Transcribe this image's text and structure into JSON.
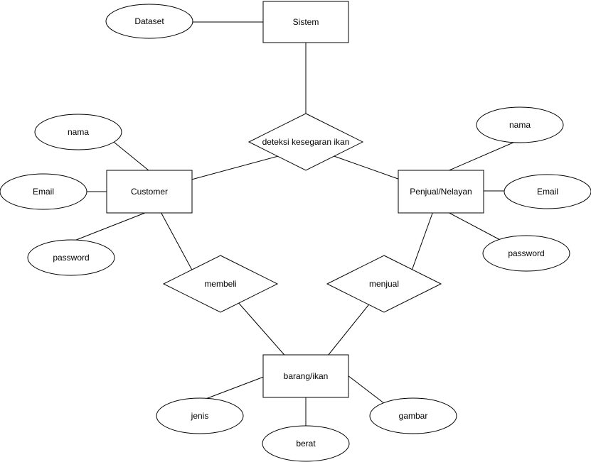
{
  "diagram": {
    "kind": "er-diagram",
    "colors": {
      "background": "#ffffff",
      "shape_fill": "#ffffff",
      "stroke": "#000000",
      "text": "#000000"
    },
    "nodes": {
      "sistem": {
        "label": "Sistem",
        "shape": "rectangle",
        "role": "entity"
      },
      "dataset": {
        "label": "Dataset",
        "shape": "ellipse",
        "role": "attribute"
      },
      "deteksi": {
        "label": "deteksi kesegaran ikan",
        "shape": "diamond",
        "role": "relationship"
      },
      "customer": {
        "label": "Customer",
        "shape": "rectangle",
        "role": "entity"
      },
      "customer_nama": {
        "label": "nama",
        "shape": "ellipse",
        "role": "attribute"
      },
      "customer_email": {
        "label": "Email",
        "shape": "ellipse",
        "role": "attribute"
      },
      "customer_password": {
        "label": "password",
        "shape": "ellipse",
        "role": "attribute"
      },
      "penjual": {
        "label": "Penjual/Nelayan",
        "shape": "rectangle",
        "role": "entity"
      },
      "penjual_nama": {
        "label": "nama",
        "shape": "ellipse",
        "role": "attribute"
      },
      "penjual_email": {
        "label": "Email",
        "shape": "ellipse",
        "role": "attribute"
      },
      "penjual_password": {
        "label": "password",
        "shape": "ellipse",
        "role": "attribute"
      },
      "membeli": {
        "label": "membeli",
        "shape": "diamond",
        "role": "relationship"
      },
      "menjual": {
        "label": "menjual",
        "shape": "diamond",
        "role": "relationship"
      },
      "barang": {
        "label": "barang/ikan",
        "shape": "rectangle",
        "role": "entity"
      },
      "barang_jenis": {
        "label": "jenis",
        "shape": "ellipse",
        "role": "attribute"
      },
      "barang_berat": {
        "label": "berat",
        "shape": "ellipse",
        "role": "attribute"
      },
      "barang_gambar": {
        "label": "gambar",
        "shape": "ellipse",
        "role": "attribute"
      }
    },
    "edges": [
      {
        "from": "dataset",
        "to": "sistem"
      },
      {
        "from": "sistem",
        "to": "deteksi"
      },
      {
        "from": "deteksi",
        "to": "customer"
      },
      {
        "from": "deteksi",
        "to": "penjual"
      },
      {
        "from": "customer_nama",
        "to": "customer"
      },
      {
        "from": "customer_email",
        "to": "customer"
      },
      {
        "from": "customer_password",
        "to": "customer"
      },
      {
        "from": "penjual_nama",
        "to": "penjual"
      },
      {
        "from": "penjual_email",
        "to": "penjual"
      },
      {
        "from": "penjual_password",
        "to": "penjual"
      },
      {
        "from": "customer",
        "to": "membeli"
      },
      {
        "from": "membeli",
        "to": "barang"
      },
      {
        "from": "penjual",
        "to": "menjual"
      },
      {
        "from": "menjual",
        "to": "barang"
      },
      {
        "from": "barang_jenis",
        "to": "barang"
      },
      {
        "from": "barang_berat",
        "to": "barang"
      },
      {
        "from": "barang_gambar",
        "to": "barang"
      }
    ]
  }
}
